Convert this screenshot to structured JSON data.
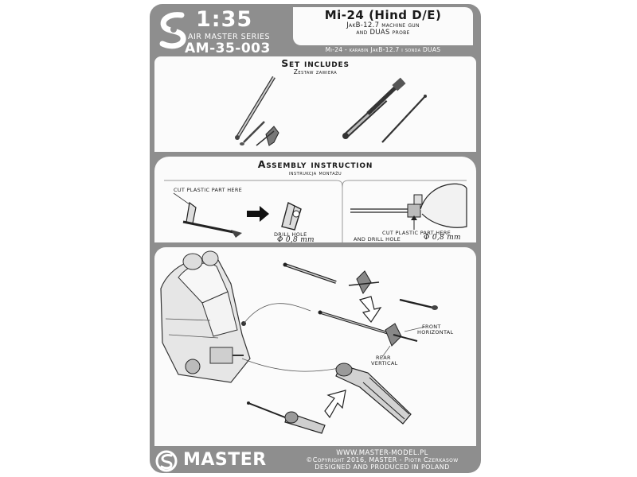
{
  "header": {
    "scale": "1:35",
    "series": "AIR MASTER SERIES",
    "code": "AM-35-003",
    "title": "Mi-24 (Hind D/E)",
    "title_line2": "JakB-12.7 machine gun",
    "title_line3": "and DUAS probe",
    "subtitle": "Mi-24 - karabin JakB-12.7 i sonda DUAS"
  },
  "set_includes": {
    "title": "Set includes",
    "subtitle": "Zestaw zawiera"
  },
  "assembly": {
    "title": "Assembly instruction",
    "subtitle": "instrukcja montażu",
    "left_note_top": "cut plastic part here",
    "left_note_drill": "drill hole",
    "left_note_size": "Φ 0,8 mm",
    "right_note_line1": "cut plastic part here",
    "right_note_line2": "and drill hole",
    "right_note_size": "Φ 0,8 mm"
  },
  "diagram": {
    "label_front": "front",
    "label_horizontal": "horizontal",
    "label_rear": "rear",
    "label_vertical": "vertical"
  },
  "footer": {
    "brand": "MASTER",
    "url": "www.master-model.pl",
    "copyright": "©Copyright 2016, MASTER - Piotr Czerkasow",
    "designed": "designed and produced in Poland"
  },
  "colors": {
    "card_gray": "#8e8e8e",
    "sheet": "#fbfbfb",
    "ink": "#1a1a1a"
  }
}
